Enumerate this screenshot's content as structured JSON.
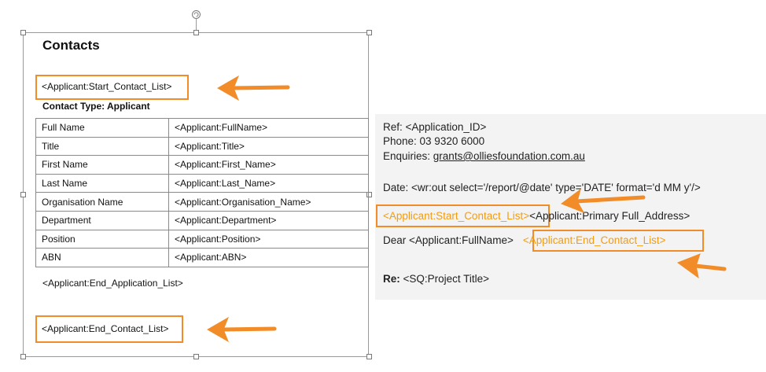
{
  "left": {
    "title": "Contacts",
    "start_marker": "<Applicant:Start_Contact_List>",
    "contact_type": "Contact Type: Applicant",
    "rows": [
      {
        "label": "Full Name",
        "value": "<Applicant:FullName>"
      },
      {
        "label": "Title",
        "value": "<Applicant:Title>"
      },
      {
        "label": "First Name",
        "value": "<Applicant:First_Name>"
      },
      {
        "label": "Last Name",
        "value": "<Applicant:Last_Name>"
      },
      {
        "label": "Organisation Name",
        "value": "<Applicant:Organisation_Name>"
      },
      {
        "label": "Department",
        "value": "<Applicant:Department>"
      },
      {
        "label": "Position",
        "value": "<Applicant:Position>"
      },
      {
        "label": "ABN",
        "value": "<Applicant:ABN>"
      }
    ],
    "end_application_marker": "<Applicant:End_Application_List>",
    "end_marker": "<Applicant:End_Contact_List>"
  },
  "right": {
    "ref": "Ref: <Application_ID>",
    "phone": "Phone: 03 9320 6000",
    "enquiries_label": "Enquiries: ",
    "enquiries_email": "grants@olliesfoundation.com.au",
    "date_line": "Date: <wr:out select='/report/@date' type='DATE' format='d MM y'/>",
    "start_marker": "<Applicant:Start_Contact_List>",
    "address": "<Applicant:Primary Full_Address>",
    "dear": "Dear <Applicant:FullName>",
    "end_marker": "<Applicant:End_Contact_List>",
    "re_label": "Re:",
    "re_value": " <SQ:Project Title>"
  },
  "colors": {
    "highlight": "#f28c28",
    "merge_field_text": "#f39c12"
  }
}
